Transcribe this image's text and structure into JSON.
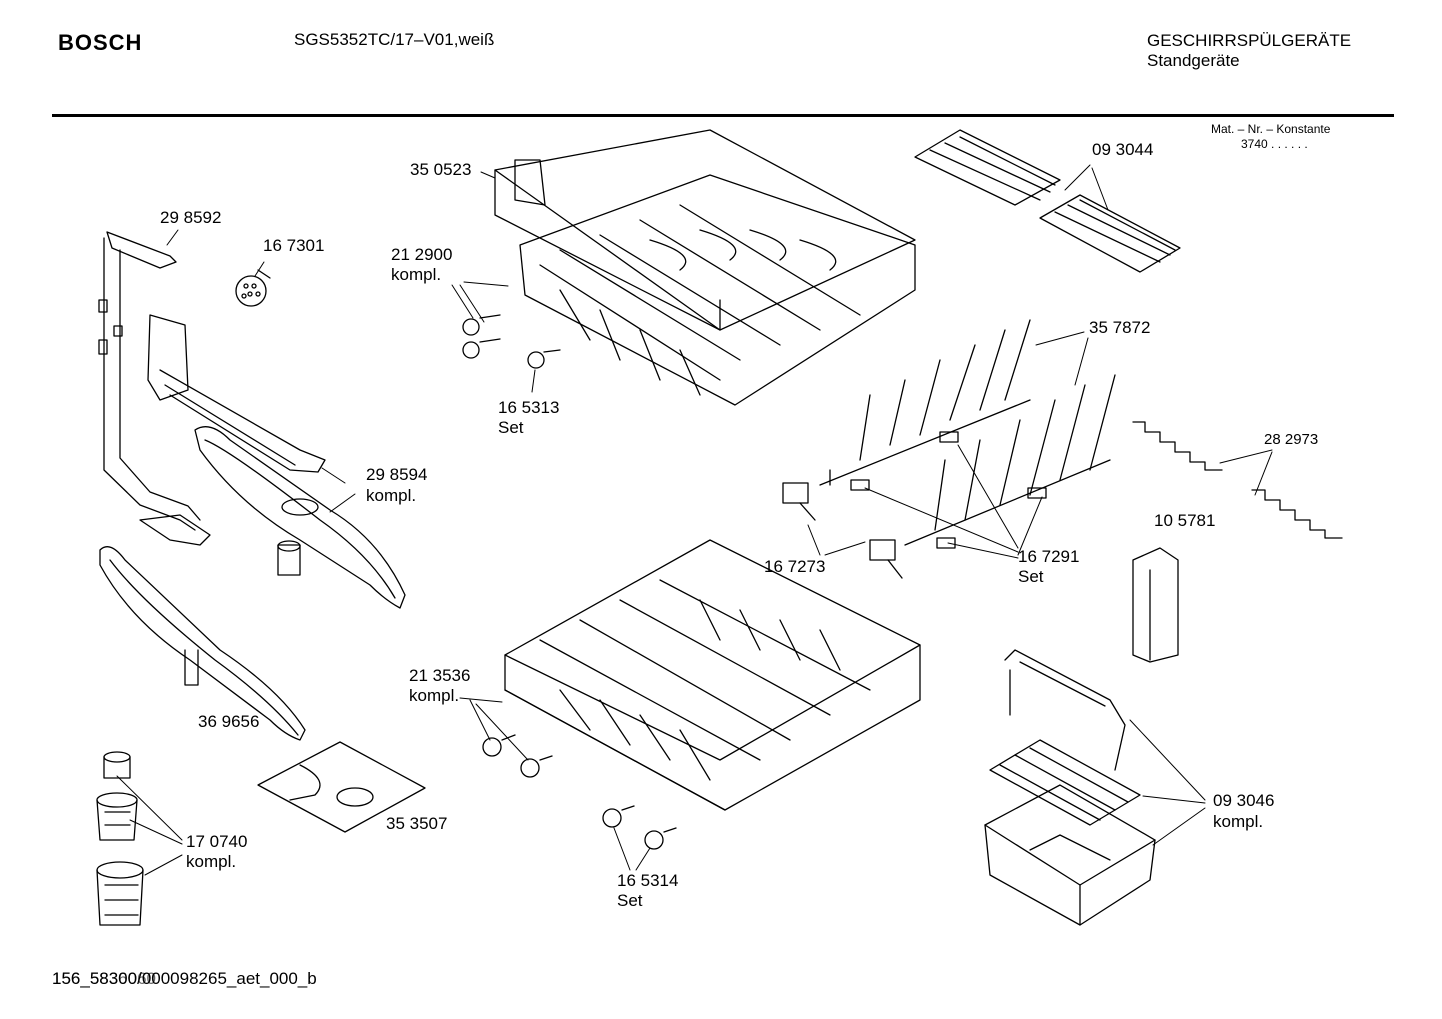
{
  "header": {
    "brand": "BOSCH",
    "model": "SGS5352TC/17–V01,weiß",
    "category": "GESCHIRRSPÜLGERÄTE",
    "subcategory": "Standgeräte",
    "constant_label": "Mat. – Nr. – Konstante",
    "constant_value": "3740 . .  . . . ."
  },
  "footer": {
    "code": "156_58300/000098265_aet_000_b",
    "overprint": "156_5836060"
  },
  "parts": [
    {
      "id": "p298592",
      "number": "29 8592",
      "note": ""
    },
    {
      "id": "p167301",
      "number": "16 7301",
      "note": ""
    },
    {
      "id": "p350523",
      "number": "35 0523",
      "note": ""
    },
    {
      "id": "p212900",
      "number": "21 2900",
      "note": "kompl."
    },
    {
      "id": "p165313",
      "number": "16 5313",
      "note": "Set"
    },
    {
      "id": "p298594",
      "number": "29 8594",
      "note": "kompl."
    },
    {
      "id": "p369656",
      "number": "36 9656",
      "note": ""
    },
    {
      "id": "p353507",
      "number": "35 3507",
      "note": ""
    },
    {
      "id": "p170740",
      "number": "17 0740",
      "note": "kompl."
    },
    {
      "id": "p213536",
      "number": "21 3536",
      "note": "kompl."
    },
    {
      "id": "p165314",
      "number": "16 5314",
      "note": "Set"
    },
    {
      "id": "p093044",
      "number": "09  3044",
      "note": ""
    },
    {
      "id": "p357872",
      "number": "35 7872",
      "note": ""
    },
    {
      "id": "p282973",
      "number": "28 2973",
      "note": ""
    },
    {
      "id": "p105781",
      "number": "10 5781",
      "note": ""
    },
    {
      "id": "p167273",
      "number": "16 7273",
      "note": ""
    },
    {
      "id": "p167291",
      "number": "16 7291",
      "note": "Set"
    },
    {
      "id": "p093046",
      "number": "09 3046",
      "note": "kompl."
    }
  ]
}
